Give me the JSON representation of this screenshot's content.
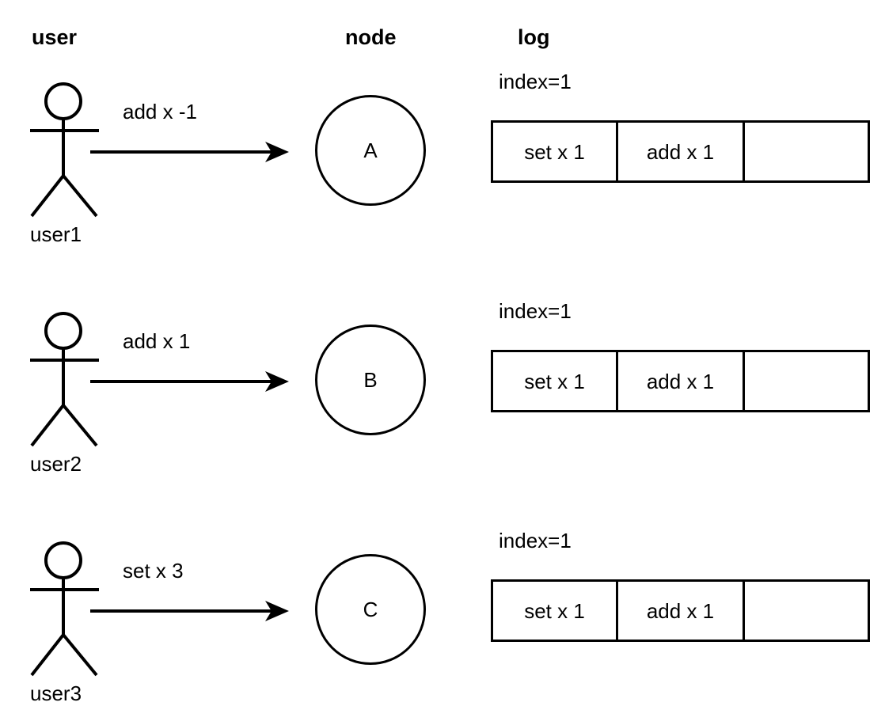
{
  "headers": {
    "user": "user",
    "node": "node",
    "log": "log"
  },
  "rows": [
    {
      "actor_label": "user1",
      "message": "add x -1",
      "node_label": "A",
      "log": {
        "index_label": "index=1",
        "cells": [
          "set x 1",
          "add x 1",
          ""
        ]
      }
    },
    {
      "actor_label": "user2",
      "message": "add x 1",
      "node_label": "B",
      "log": {
        "index_label": "index=1",
        "cells": [
          "set x 1",
          "add x 1",
          ""
        ]
      }
    },
    {
      "actor_label": "user3",
      "message": "set x 3",
      "node_label": "C",
      "log": {
        "index_label": "index=1",
        "cells": [
          "set x 1",
          "add x 1",
          ""
        ]
      }
    }
  ],
  "colors": {
    "stroke": "#000000",
    "background": "#ffffff",
    "text": "#000000"
  }
}
